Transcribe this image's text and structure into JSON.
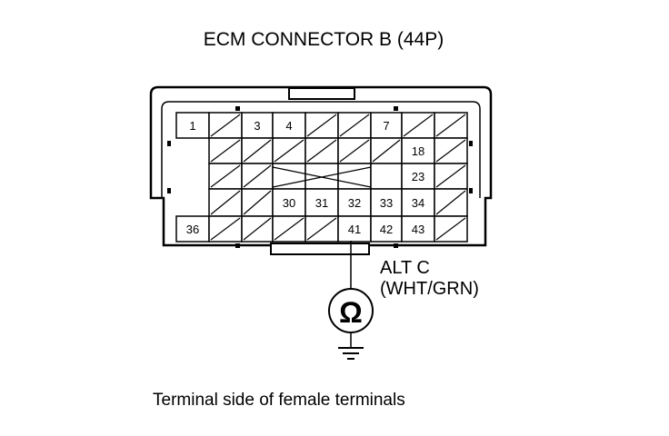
{
  "title": "ECM CONNECTOR B (44P)",
  "caption": "Terminal side of female terminals",
  "wire": {
    "signal": "ALT C",
    "color": "(WHT/GRN)"
  },
  "meter_symbol": "Ω",
  "connector": {
    "rows": [
      [
        {
          "label": "1"
        },
        {
          "label": ""
        },
        {
          "label": "3"
        },
        {
          "label": "4"
        },
        {
          "label": ""
        },
        {
          "label": ""
        },
        {
          "label": "7"
        },
        {
          "label": ""
        },
        {
          "label": ""
        }
      ],
      [
        {
          "label": ""
        },
        {
          "label": ""
        },
        {
          "label": ""
        },
        {
          "label": ""
        },
        {
          "label": ""
        },
        {
          "label": ""
        },
        {
          "label": ""
        },
        {
          "label": "18"
        },
        {
          "label": ""
        }
      ],
      [
        {
          "label": ""
        },
        {
          "label": ""
        },
        {
          "label": ""
        },
        {
          "label": ""
        },
        {
          "label": ""
        },
        {
          "label": ""
        },
        {
          "label": ""
        },
        {
          "label": "23"
        },
        {
          "label": ""
        }
      ],
      [
        {
          "label": ""
        },
        {
          "label": ""
        },
        {
          "label": ""
        },
        {
          "label": "30"
        },
        {
          "label": "31"
        },
        {
          "label": "32"
        },
        {
          "label": "33"
        },
        {
          "label": "34"
        },
        {
          "label": ""
        }
      ],
      [
        {
          "label": "36"
        },
        {
          "label": ""
        },
        {
          "label": ""
        },
        {
          "label": ""
        },
        {
          "label": ""
        },
        {
          "label": "41"
        },
        {
          "label": "42"
        },
        {
          "label": "43"
        },
        {
          "label": ""
        }
      ]
    ]
  }
}
